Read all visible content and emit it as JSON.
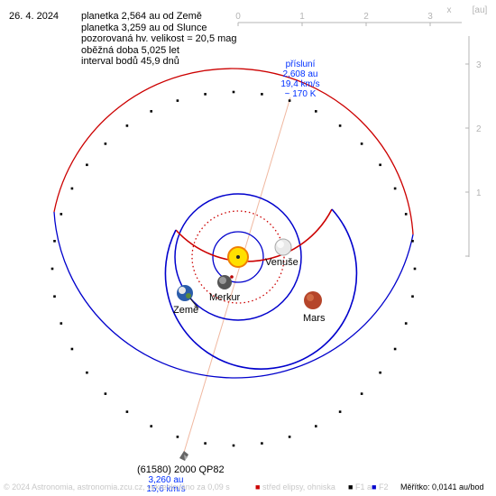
{
  "date": "26. 4. 2024",
  "info": [
    "planetka 2,564 au od Země",
    "planetka 3,259 au od Slunce",
    "pozorovaná hv. velikost = 20,5 mag",
    "oběžná doba 5,025 let",
    "interval bodů 45,9 dnů"
  ],
  "scale": {
    "unit": "[au]",
    "axis_letter": "x",
    "x_ticks": [
      "0",
      "1",
      "2",
      "3"
    ],
    "y_ticks": [
      "3",
      "2",
      "1"
    ]
  },
  "perihelion": {
    "label": "přísluní",
    "distance": "2,608 au",
    "speed": "19,4 km/s",
    "temp": "~ 170 K"
  },
  "asteroid": {
    "name": "(61580) 2000 QP82",
    "distance": "3,260 au",
    "speed": "15,6 km/s"
  },
  "planets": {
    "mercury": "Merkur",
    "venus": "Venuše",
    "earth": "Země",
    "mars": "Mars"
  },
  "footer": {
    "credit": "© 2024 Astronomia, astronomia.zcu.cz, vykreslováno za 0,09 s",
    "legend_center": "střed elipsy, ohniska",
    "legend_f1": "F1 a",
    "legend_f2": "F2",
    "scale_label": "Měřítko: 0,0141 au/bod"
  },
  "colors": {
    "orbit_red": "#cc0000",
    "orbit_blue": "#0000cc",
    "axis_gray": "#b4b4b4",
    "label_blue": "#0030ff",
    "perihelion_line": "#f0b8a0"
  }
}
